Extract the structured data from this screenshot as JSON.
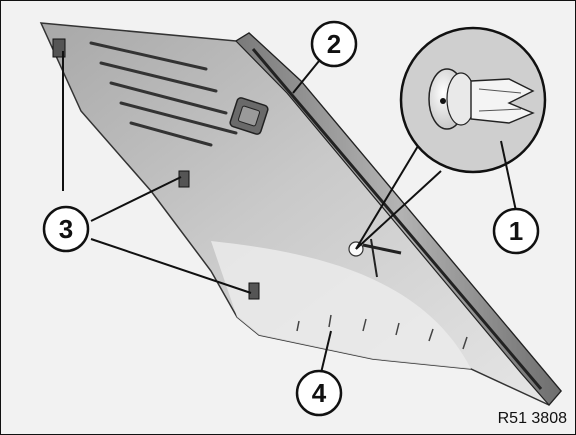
{
  "callouts": {
    "c1": "1",
    "c2": "2",
    "c3": "3",
    "c4": "4"
  },
  "reference_code": "R51 3808",
  "colors": {
    "panel_light": "#d9d9d9",
    "panel_mid": "#bdbdbd",
    "panel_dark": "#9a9a9a",
    "strip": "#8c8c8c",
    "outline": "#111111"
  }
}
